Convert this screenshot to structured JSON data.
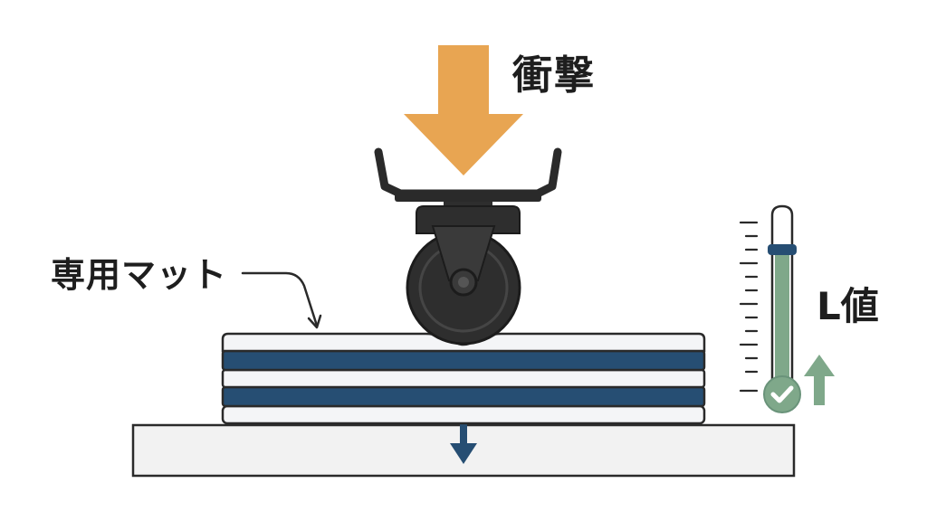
{
  "labels": {
    "impact": "衝撃",
    "mat": "専用マット",
    "l_value": "L値"
  },
  "icons": {
    "impact_arrow": "down-arrow-icon",
    "transmission_arrow": "down-arrow-icon",
    "improvement_arrow": "up-arrow-icon",
    "check": "check-circle-icon",
    "gauge": "thermometer-gauge-icon"
  },
  "colors": {
    "impact_arrow": "#e8a552",
    "wheel": "#2e2e2e",
    "mat_stripe": "#264e73",
    "gauge_fill": "#7fa88a",
    "improvement_arrow": "#7fa88a",
    "transmission_arrow": "#264e73",
    "outline": "#2a2a2a"
  }
}
